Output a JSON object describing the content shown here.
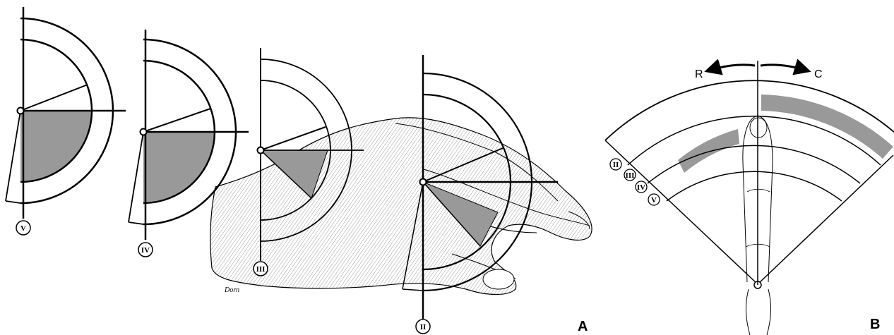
{
  "panel_a": {
    "letter": "A",
    "finger_labels": [
      "V",
      "IV",
      "III",
      "II"
    ],
    "signature": "Dorn"
  },
  "panel_b": {
    "letter": "B",
    "direction_left": "R",
    "direction_right": "C",
    "ring_labels": [
      "II",
      "III",
      "IV",
      "V"
    ]
  },
  "colors": {
    "ink": "#000000",
    "shade": "#999999",
    "paper": "#ffffff"
  }
}
